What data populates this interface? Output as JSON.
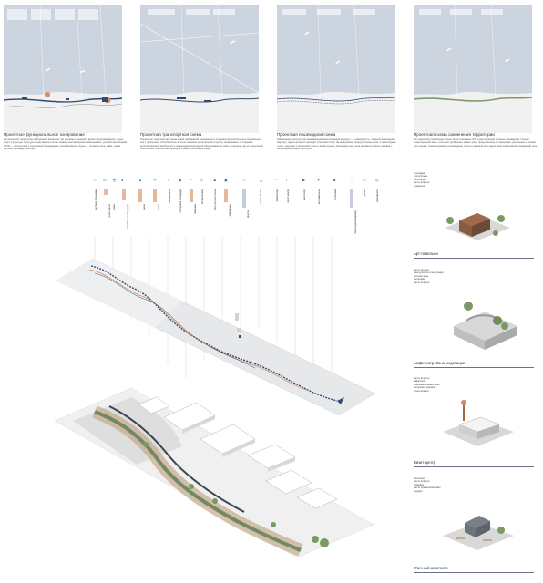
{
  "panels": [
    {
      "title": "Проектное функциональное зонирование",
      "text": "На проектной территории набережной выявлено три основных сценария: время препровождения, отдых, спорт и культура. Культура представлена пятью зонами: выставочными павильонами, уличной экспозицией, СТОЛ — экспортный и спортивный площадками, зоной рыбалки. Отдых — пляжная зона, кафе, сцена, детские площадки, фонтан."
    },
    {
      "title": "Проектная транспортная схема",
      "text": "Полностью транспортная схема новой набережной выражается в создании дополнительных парковочных зон с пропускной способностью и сетью парковок около входов и группы зонирования. В создании дополнительных автобусных и пешеходных маршрутов обеспечивается связь с городом, где на территории обеспечены техническим проездом к развлекательным зонам."
    },
    {
      "title": "Проектная пешеходная схема",
      "text": "Набережная прогулочная зона вмещает велосипедный маршрут — главный путь, главный пешеходный маршрут, вдоль которого проходит основной поток. На набережной предусмотрены вело- и пешеходные тропы, ведущие к смотровой точке и зонам отдыха, благодаря чему зона активности тесно связана с пешеходной инфраструктурой."
    },
    {
      "title": "Проектная схема озеленения территории",
      "text": "На территории преимущественно была сохранена 70% существующей зеленых насаждений. Газоны существующей зоны, в которых добавлены новые зоны, представлены кустарниками, деревьями и зонами для отдыха. Также сохранены пешеходные тропы и зеленый пояс вдоль всей набережной, создающий тень."
    }
  ],
  "colors": {
    "water": "#c9d3df",
    "land": "#f2f2f2",
    "accent_orange": "#d98c5f",
    "accent_blue": "#2f4b73",
    "green": "#7f9a6a"
  },
  "legend_labels": [
    "детские площадки",
    "зона отдыха",
    "кафе",
    "спортивные площадки",
    "сцена",
    "пляж",
    "набережная",
    "смотровая площадка",
    "парковка",
    "велодорожка",
    "прогулочная тропа",
    "павильоны",
    "фонтан",
    "зона рыбалки",
    "амфитеатр",
    "визит-центр",
    "кинотеатр",
    "арт-павильон",
    "остановка",
    "пешеходный маршрут",
    "туалет",
    "велопрокат"
  ],
  "cards": [
    {
      "list": [
        "площадка",
        "прогулочная",
        "экспозиция",
        "место встречи",
        "подсветка"
      ],
      "caption": "Арт-павильон"
    },
    {
      "list": [
        "место отдыха",
        "зона для йоги и медитации",
        "зеленая зона",
        "смотровая",
        "место встречи"
      ],
      "caption": "Амфитеатр. Зона медитации"
    },
    {
      "list": [
        "место встречи",
        "кафетерий",
        "информационный пункт",
        "смотровая терраса",
        "точка проката"
      ],
      "caption": "Визит-центр"
    },
    {
      "list": [
        "кинотеатр",
        "место встречи",
        "парковка",
        "место для велопарковки",
        "фудкорт"
      ],
      "caption": "Уличный кинотеатр"
    }
  ]
}
